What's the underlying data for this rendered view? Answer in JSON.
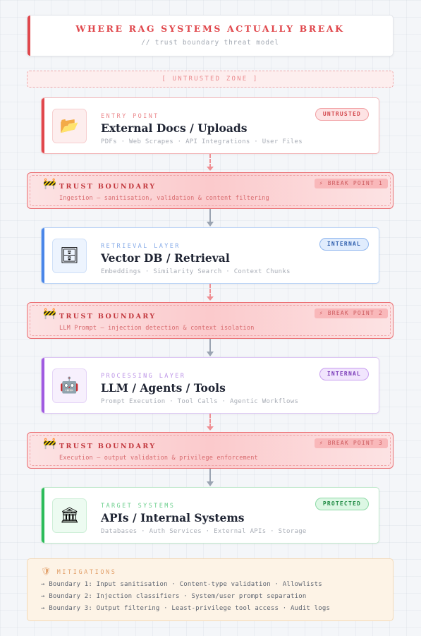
{
  "header": {
    "title": "WHERE RAG SYSTEMS ACTUALLY BREAK",
    "subtitle": "// trust boundary threat model"
  },
  "zone_label": "[ UNTRUSTED ZONE ]",
  "nodes": [
    {
      "kicker": "ENTRY POINT",
      "name": "External Docs / Uploads",
      "details": "PDFs · Web Scrapes · API Integrations · User Files",
      "badge": "UNTRUSTED",
      "icon": "folder-icon",
      "icon_glyph": "📂",
      "accent": "#e0474c"
    },
    {
      "kicker": "RETRIEVAL LAYER",
      "name": "Vector DB / Retrieval",
      "details": "Embeddings · Similarity Search · Context Chunks",
      "badge": "INTERNAL",
      "icon": "file-cabinet-icon",
      "icon_glyph": "🗄",
      "accent": "#4a86e8"
    },
    {
      "kicker": "PROCESSING LAYER",
      "name": "LLM / Agents / Tools",
      "details": "Prompt Execution · Tool Calls · Agentic Workflows",
      "badge": "INTERNAL",
      "icon": "robot-icon",
      "icon_glyph": "🤖",
      "accent": "#a05be0"
    },
    {
      "kicker": "TARGET SYSTEMS",
      "name": "APIs / Internal Systems",
      "details": "Databases · Auth Services · External APIs · Storage",
      "badge": "PROTECTED",
      "icon": "classical-building-icon",
      "icon_glyph": "🏛",
      "accent": "#2dbb5a"
    }
  ],
  "boundaries": [
    {
      "title": "TRUST BOUNDARY",
      "description": "Ingestion — sanitisation, validation & content filtering",
      "break_point": "⚡ BREAK POINT 1",
      "icon": "construction-barrier-icon",
      "icon_glyph": "🚧"
    },
    {
      "title": "TRUST BOUNDARY",
      "description": "LLM Prompt — injection detection & context isolation",
      "break_point": "⚡ BREAK POINT 2",
      "icon": "construction-barrier-icon",
      "icon_glyph": "🚧"
    },
    {
      "title": "TRUST BOUNDARY",
      "description": "Execution — output validation & privilege enforcement",
      "break_point": "⚡ BREAK POINT 3",
      "icon": "construction-barrier-icon",
      "icon_glyph": "🚧"
    }
  ],
  "mitigations": {
    "title": "MITIGATIONS",
    "icon": "shield-icon",
    "icon_glyph": "🛡",
    "lines": [
      "→ Boundary 1: Input sanitisation · Content-type validation · Allowlists",
      "→ Boundary 2: Injection classifiers · System/user prompt separation",
      "→ Boundary 3: Output filtering · Least-privilege tool access · Audit logs"
    ]
  },
  "colors": {
    "untrusted_red": "#e0474c",
    "internal_blue": "#4a86e8",
    "internal_purple": "#a05be0",
    "protected_green": "#2dbb5a",
    "mitigation_orange": "#e2a06a"
  }
}
